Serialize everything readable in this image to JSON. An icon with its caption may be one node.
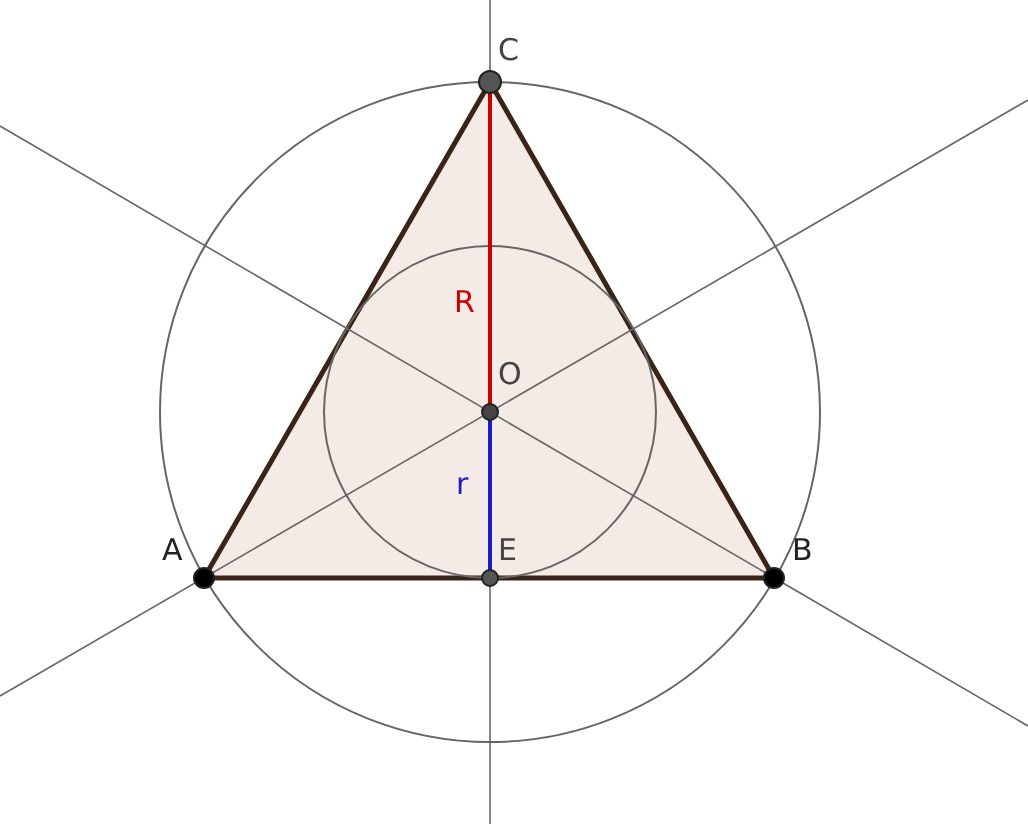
{
  "diagram": {
    "labels": [
      "C",
      "R",
      "O",
      "r",
      "A",
      "E",
      "B"
    ]
  }
}
